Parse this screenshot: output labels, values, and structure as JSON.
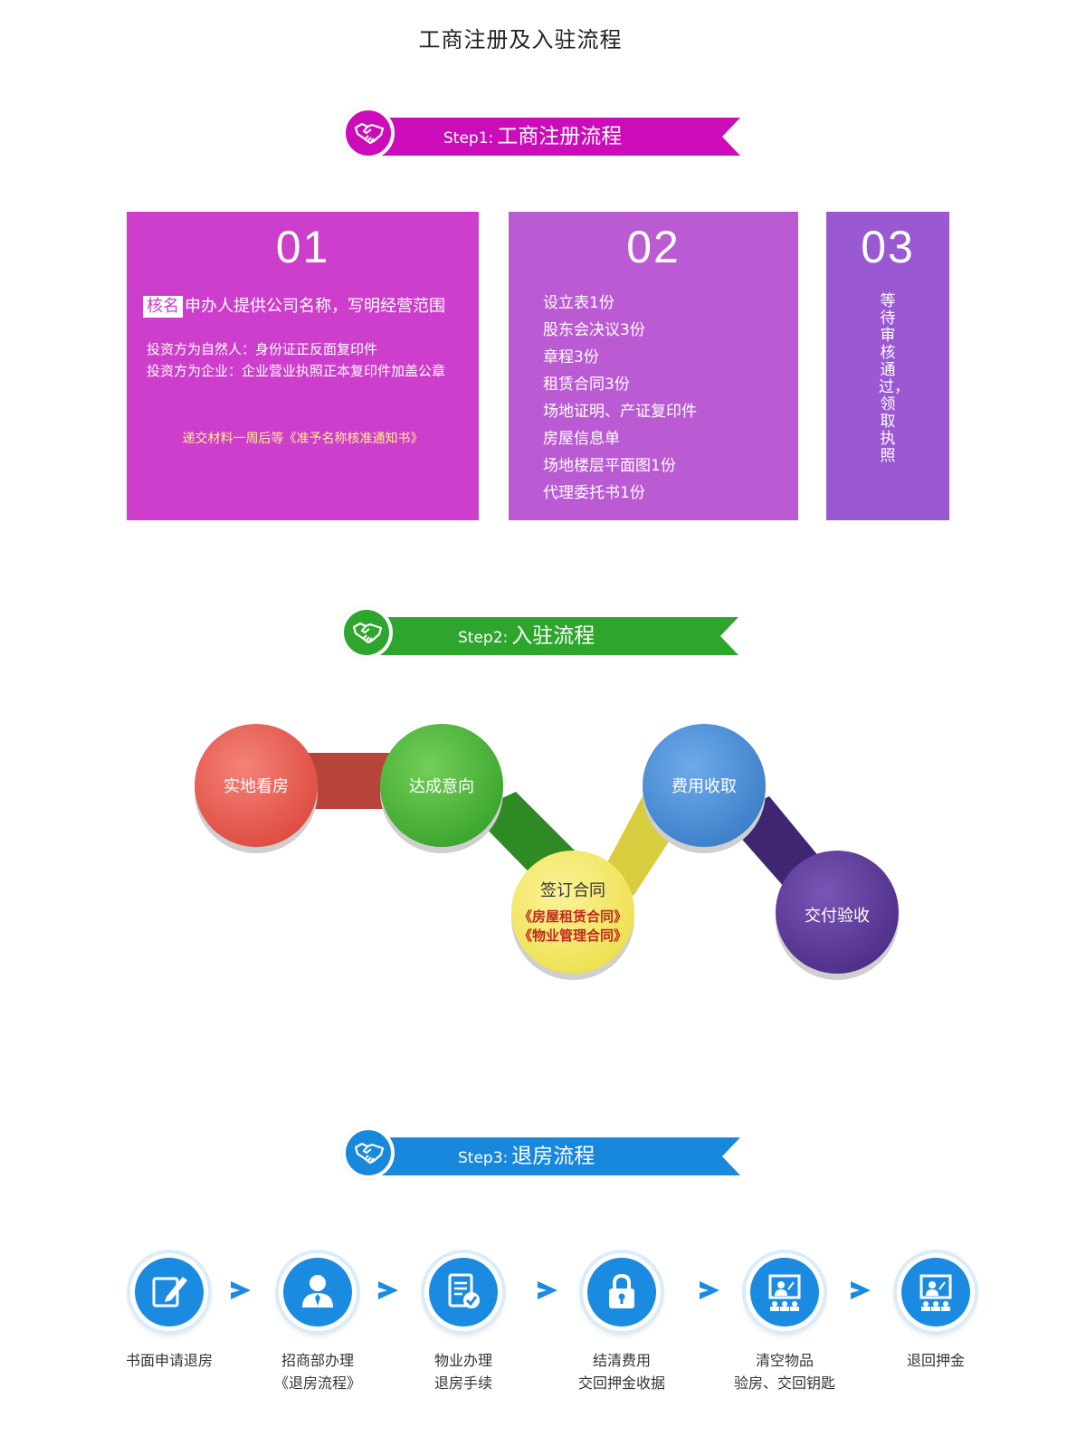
{
  "page_title": "工商注册及入驻流程",
  "banners": [
    {
      "prefix": "Step1:",
      "title": "工商注册流程",
      "color": "#cc0cb8"
    },
    {
      "prefix": "Step2:",
      "title": "入驻流程",
      "color": "#2ea62e"
    },
    {
      "prefix": "Step3:",
      "title": "退房流程",
      "color": "#1888dd"
    }
  ],
  "step1": {
    "card1": {
      "num": "01",
      "tag": "核名",
      "head": "申办人提供公司名称，写明经营范围",
      "line1": "投资方为自然人：身份证正反面复印件",
      "line2": "投资方为企业：企业营业执照正本复印件加盖公章",
      "note": "递交材料一周后等《准予名称核准通知书》"
    },
    "card2": {
      "num": "02",
      "items": [
        "设立表1份",
        "股东会决议3份",
        "章程3份",
        "租赁合同3份",
        "场地证明、产证复印件",
        "房屋信息单",
        "场地楼层平面图1份",
        "代理委托书1份"
      ]
    },
    "card3": {
      "num": "03",
      "text": "等待审核通过，领取执照"
    }
  },
  "step2": {
    "nodes": [
      {
        "label": "实地看房",
        "color": "#e85a4f"
      },
      {
        "label": "达成意向",
        "color": "#4fb53c"
      },
      {
        "label": "签订合同",
        "color": "#f2e661"
      },
      {
        "label": "费用收取",
        "color": "#4b8fd4"
      },
      {
        "label": "交付验收",
        "color": "#5e3b98"
      }
    ],
    "contract_docs": [
      "《房屋租赁合同》",
      "《物业管理合同》"
    ]
  },
  "step3": {
    "steps": [
      {
        "icon": "pen-write-icon",
        "line1": "书面申请退房",
        "line2": ""
      },
      {
        "icon": "user-manager-icon",
        "line1": "招商部办理",
        "line2": "《退房流程》"
      },
      {
        "icon": "document-check-icon",
        "line1": "物业办理",
        "line2": "退房手续"
      },
      {
        "icon": "lock-icon",
        "line1": "结清费用",
        "line2": "交回押金收据"
      },
      {
        "icon": "presentation-icon",
        "line1": "清空物品",
        "line2": "验房、交回钥匙"
      },
      {
        "icon": "presentation-icon",
        "line1": "退回押金",
        "line2": ""
      }
    ]
  }
}
